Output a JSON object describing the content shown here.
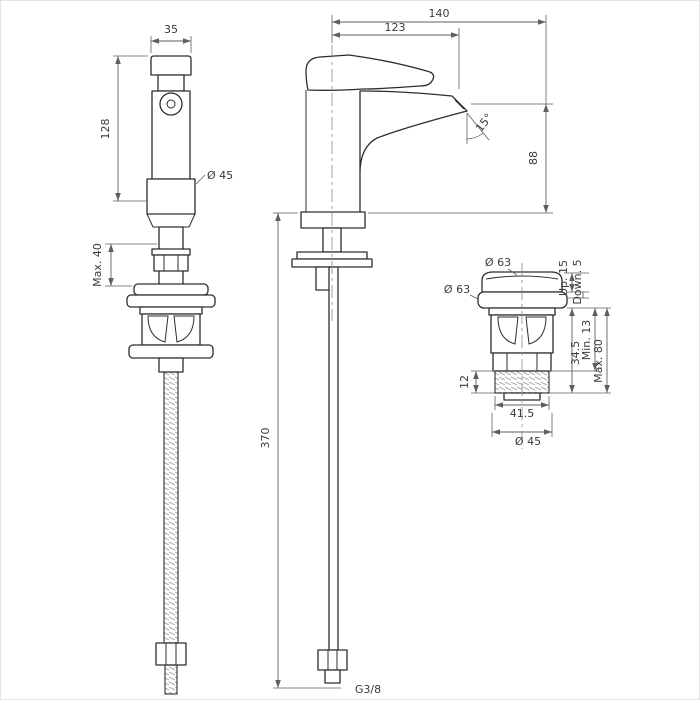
{
  "views": {
    "side": {
      "dims": {
        "top_width": "35",
        "height": "128",
        "body_diameter": "Ø 45",
        "max_deck": "Max. 40"
      }
    },
    "front": {
      "dims": {
        "overall_depth": "140",
        "spout_reach": "123",
        "spout_angle": "15°",
        "spout_height": "88",
        "hose_length": "370",
        "thread_size": "G3/8"
      }
    },
    "drain": {
      "dims": {
        "cap_diameter": "Ø 63",
        "flange_diameter": "Ø 63",
        "up_stroke": "Up. 15",
        "down_stroke": "Down. 5",
        "body_height": "34.5",
        "min_deck": "Min. 13",
        "max_deck": "Max. 80",
        "thread_length": "12",
        "body_width": "41.5",
        "thread_diameter": "Ø 45"
      }
    }
  },
  "colors": {
    "object_line": "#2d2d2d",
    "dimension_line": "#5f5f5f",
    "background": "#ffffff"
  }
}
